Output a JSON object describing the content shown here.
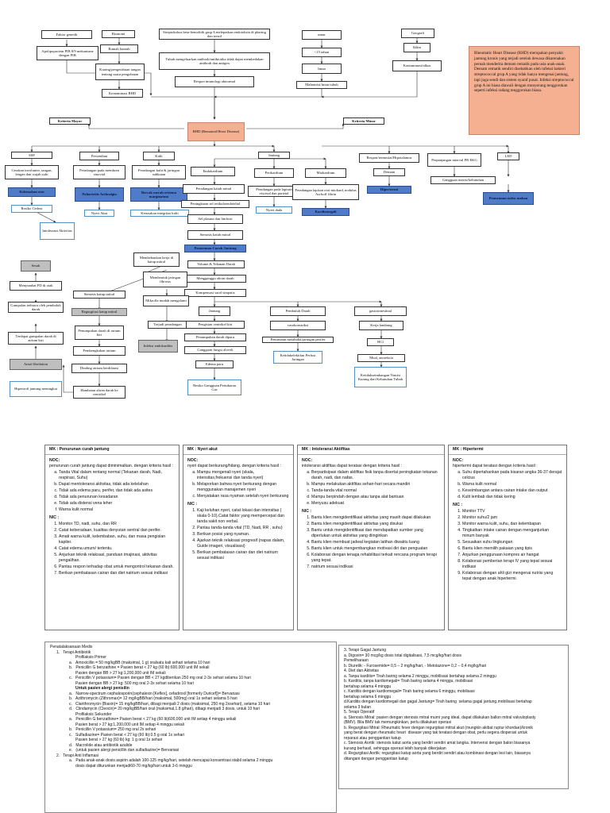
{
  "diagram": {
    "faktor_genetik": "Faktor genetik",
    "apolipoprotein": "Apolipoprotein PIB 8/9 mekanisme dengan PIB",
    "ekonomi": "Ekonomi",
    "rumah_kumuh": "Rumah kumuh",
    "kurang_higienis": "Kurang/pengetahuan tangan tentang suatu pengobatan",
    "kontaminasi_rhd": "Kontaminasi RHD",
    "streptokokus": "Streptokokus beta-hemolitik grup A melepaskan endotoksin di pharing dan tonsil",
    "tubuh_antibodi": "Tubuh mengeluarkan antibodi/antibiotika tidak dapat membedakan antibodi dan antigen",
    "respon_imunologi": "Respon imunologi abnormal",
    "umur": "umur",
    "lima_limabelas": "<15 tahun",
    "imun": "Imun",
    "malnutrisi": "Malnutrisi/imun tubuh",
    "geografi": "Geografi",
    "iklim": "Iklim",
    "kontaminasi": "Kontaminasi/ulkus",
    "kriteria_mayor": "Kriteria Mayor",
    "kriteria_minor": "Kriteria Minor",
    "rhd": "RHD (Rematoid Heart Disease)",
    "ssp": "SSP",
    "persendian": "Persendian",
    "kulit": "Kulit",
    "jantung": "Jantung",
    "gerakan_involunter": "Gerakan involunter, tangan, lengan dan wajah sulit",
    "kelemahan_otot": "Kelemahan otot",
    "resiko_cedera": "Resiko Cedera",
    "intoleransi": "Intoleransi Aktivitas",
    "peradangan_sendi": "Peradangan pada membran sinovial",
    "poliartritis": "Poliartritis Arthralgia",
    "nyeri_akut": "Nyeri Akut",
    "peradangan_kulit": "Peradangan kulit & jaringan subkutan",
    "bercak_eritema": "Bercak merah eritema marginatum",
    "kerusakan_kulit": "Kerusakan integritas kulit",
    "endokardium": "Endokardium",
    "perikardium": "Perikardium",
    "miokardium": "Miokardium",
    "peradangan_katub": "Peradangan katub mitral",
    "peningkatan_sel": "Peningkatan sel retikuloendotelial",
    "sel_plasma": "Sel plasma dan limfosit",
    "stenosis_katub": "Stenosis katub mitral",
    "penurunan_curah": "Penurunan Curah Jantung",
    "volume_tekanan": "Volume & Tekanan Darah",
    "mengganggu_aliran": "Mengganggu aliran darah",
    "kompensasi": "Kompensasi saraf simpatis",
    "peradangan_perikardium": "Peradangan pada lapisan visceral dan parietal",
    "nyeri_dada": "Nyeri dada",
    "peradangan_miokardium": "Peradangan lapisan otot miokard, nodulus Aschoff fibrin",
    "kardiomegali": "Kardiomegali",
    "respon_hipotalamus": "Respon/termostat/Hipotalamus",
    "demam": "Demam",
    "hipertermi": "Hipertermi",
    "perpanjangan_pr": "Perpanjangan interval PR EKG",
    "led": "LED",
    "gangguan_nutrisi": "Gangguan nutrisi/kebutuhan",
    "penurunan_nafsu": "Penurunan nafsu makan",
    "sesak": "Sesak",
    "menyumbat_pd": "Menyumbat PD di otak",
    "gumpalan_sirkulasi": "Gumpalan terbawa oleh pembuluh darah",
    "terdapat_gumpalan": "Terdapat gumpalan darah di atrium kiri",
    "atrial_fibrilation": "Atrial fibrilation",
    "hipertrofi_atrium": "Hipertrofi jantung meningkat",
    "membebankan": "Membebankan kerja di katup mitral",
    "membentuk_jaringan": "Membentuk jaringan fibrosis",
    "stenosis_katup": "Stenosis katup mitral",
    "regurgitasi": "Regurgitasi katup mitral",
    "penumpukan_atrium": "Penumpukan darah di atrium kiri",
    "pembengkakan_atrium": "Pembengkakan atrium",
    "dinding_atrium": "Dinding atrium berdilatasi",
    "hambatan_aliran": "Hambatan aliran darah ke ventrikel",
    "mikrofla": "Mikrofla mudah mengalami",
    "terjadi_peradangan": "Terjadi peradangan",
    "infeksi": "Infeksi endokarditis",
    "jantung2": "Jantung",
    "pengisian_kiri": "Pengisian ventrikel kiri",
    "penumpukan_paru": "Penumpukan darah diparu",
    "gangguan_difusi": "Gangguan fungsi alveoli",
    "edema_paru": "Edema paru",
    "resiko_pertukaran": "Resiko Gangguan Pertukaran Gas",
    "pembuluh_darah": "Pembuluh Darah",
    "vasokonstriksi": "vasokonstriksi",
    "penurunan_perfusi": "Penurunan metabolik/jaringan perifer",
    "ketidakefektifan": "Ketidakefektifan Perfusi Jaringan",
    "gastrointestinal": "gastrointestinal",
    "kerja_lambung": "Kerja lambung",
    "hcl": "HCl",
    "mual": "Mual, anoreksia",
    "ketidakseimbangan": "Ketidakseimbangan Nutrisi Kurang dari Kebutuhan Tubuh",
    "definition": "Rheumatic Heart Disease (RHD) merupakan penyakit jantung kronis yang terjadi setelah dewasa dikarenakan pernah menderita demam rematik pada usia anak-anak. Demam rematik sendiri disebabkan oleh infeksi bakteri streptococcal grup A yang tidak hanya mengenai jantung, tapi juga sendi dan sistem syaraf pusat. Infeksi streptococcal grup A ini biasa diawali dengan munyerang tenggorokan seperti infeksi radang tenggorokan biasa."
  },
  "care": [
    {
      "mk": "MK : Penurunan curah jantung",
      "noc_label": "NOC:",
      "noc_intro": "penurunan curah jantung dapat diminimalkan. dengan kriteria hasil :",
      "noc": [
        "Tanda Vital dalam rentang normal (Tekanan darah, Nadi, respirasi, Suhu)",
        "Dapat mentoleransi aktivitas, tidak ada kelelahan",
        "Tidak ada edema paru, perifer, dan tidak ada asites",
        "Tidak ada penurunan kesadaran",
        "Tidak ada distensi vena leher",
        "Warna kulit normal"
      ],
      "nic_label": "NIC :",
      "nic": [
        "Monitor TD, nadi, suhu, dan RR",
        "Catat keberadaan, kualitas denyutan sentral dan perifer.",
        "Amati warna kulit, kelembaban, suhu, dan masa pengisian kapiler.",
        "Catat edema umum/ tertentu.",
        "Anjurkan teknik relaksasi, panduan imajinasi, aktivitas pengalihan.",
        "Pantau respon terhadap obat untuk mengontrol tekanan darah.",
        "Berikan pembatasan cairan dan diet natrium sesuai indikasi"
      ]
    },
    {
      "mk": "MK : Nyeri akut",
      "noc_label": "NOC:",
      "noc_intro": "nyeri dapat berkurang/hilang. dengan kriteria hasil :",
      "noc": [
        "Mampu mengenali nyeri (skala, intensitas,frekuensi dan tanda nyeri)",
        "Melaporkan bahwa nyeri berkurang dengan menggunakan manajemen nyeri",
        "Menyatakan rasa nyaman setelah nyeri berkurang"
      ],
      "nic_label": "NIC :",
      "nic": [
        "Kaji keluhan nyeri, catat lokasi dan intensitas ( skala 0-10).Catat faktor yang mempercepat dan tanda sakit non verbal.",
        "Pantau tanda-tanda vital (TD, Nadi, RR , suhu)",
        "Berikan posisi yang nyaman.",
        "Ajarkan teknik relaksasi progresif (napas dalam, Guide imageri, visualisasi)",
        "Berikan pembatasan cairan dan diet natrium sesuai indikasi"
      ]
    },
    {
      "mk": "MK : Intoleransi Aktifitas",
      "noc_label": "NOC:",
      "noc_intro": "intoleransi aktifitas dapat teratasi dengan kriteria hasil :",
      "noc": [
        "Berpartisipasi dalam aktifitas fisik tanpa disertai peningkatan tekanan darah, nadi, dan nafas.",
        "Mampu melakukan aktifitas sehari-hari secara mandiri",
        "Tanda-tanda vital normal",
        "Mampu berpindah dengan atau tanpa alat bantuan",
        "Menyusu adekuat"
      ],
      "nic_label": "NIC :",
      "nic": [
        "Bantu klien mengidentifikasi aktivitas yang masih dapat dilakukan",
        "Bantu klien mengidentifikasi aktivitas yang disukai",
        "Bantu untuk mengidentifikasi dan mendapatkan sumber yang diperlukan untuk aktivitas yang diinginkan",
        "Bantu klien membuat jadwal kegiatan latihan diwaktu luang",
        "Bantu klien untuk mengembangkan motivasi diri dan penguatan",
        "Kolaborasi dengan tenaga rehabilitasi terkait rencana program terapi yang tepat.",
        "natrium sesuai indikasi"
      ]
    },
    {
      "mk": "MK : Hipertermi",
      "noc_label": "NOC:",
      "noc_intro": "hipertermi dapat teratasi dengan kriteria hasil :",
      "noc": [
        "Suhu dipertahankan pada kisaran angka 36-37 derajat celcius",
        "Warna kulit normal",
        "Keseimbangan antara cairan intake dan output",
        "Kulit lembab dan tidak kering"
      ],
      "nic_label": "NIC :",
      "nic": [
        "Monitor TTV",
        "Monitor suhu/2 jam",
        "Monitor warna kulit, suhu, dan kelembapan",
        "Tingkatkan intake cairan dengan menganjurkan minum banyak",
        "Sesuaikan suhu lingkungan",
        "Bantu klien memilih pakaian yang tipis",
        "Anjurkan penggunaan kompres air hangat",
        "Kolaborasi pemberian terapi IV yang tepat sesuai indikasi",
        "Kolaborasi dengan ahli gizi mengenai nutrisi yang tepat dengan anak hipertermi."
      ]
    }
  ],
  "management": {
    "left": [
      {
        "t": "Penatalaksanaan Medis",
        "b": false,
        "i": 0
      },
      {
        "t": "1.   Terapi Antibiotik",
        "b": false,
        "i": 1
      },
      {
        "t": "Profilaksis Primer",
        "b": false,
        "i": 4
      },
      {
        "t": "a.   Amoxicillin = 50 mg/kgBB (maksimal, 1 g) oralsatu kali sehari selama 10 hari",
        "b": false,
        "i": 3
      },
      {
        "t": "b.   Penicillin G benzathine = Pasien berat < 27 kg (60 lb):600,000 unit IM sekali",
        "b": false,
        "i": 3
      },
      {
        "t": "Pasien dengan BB > 27 kg:1,200,000 unit IM sekali",
        "b": false,
        "i": 4
      },
      {
        "t": "c.   Penicillin V potassium= Pasien dengan BB < 27 kgdiberikan 250 mg oral 2-3x sehari selama 10 hari",
        "b": false,
        "i": 3
      },
      {
        "t": "Pasien dengan BB > 27 kg: 500 mg oral 2-3x sehari selama 10 hari",
        "b": false,
        "i": 4
      },
      {
        "t": "Untuk pasien alergi penisilin",
        "b": true,
        "i": 4
      },
      {
        "t": "a.   Narrow-spectrum cephalosporin(cephalexin [Keflex], cefadroxil [formerly Duricef])= Bervariasi",
        "b": false,
        "i": 3
      },
      {
        "t": "b.   Azithromycin (Zithromax)= 12 mg/kgBB/hari (maksimal, 500mg) oral 1x sehari selama 5 hari",
        "b": false,
        "i": 3
      },
      {
        "t": "c.   Clarithromycin (Biaxin)= 15 mg/kgBB/hari, dibagi menjadi 2 dosis (maksimal, 250 mg 2xsehari), selama 10 hari",
        "b": false,
        "i": 3
      },
      {
        "t": "d.   Clindamycin (Cleocin)= 20 mg/kgBB/hari oral (maksimal,1.8 g/hari), dibagi menjadi 3 dosis, untuk 10 hari",
        "b": false,
        "i": 3
      },
      {
        "t": "Profilaksis Sekunder",
        "b": false,
        "i": 4
      },
      {
        "t": "a.   Penicillin G benzathine= Pasien berat < 27 kg (60 lb)600,000 unit IM setiap 4 minggu sekali",
        "b": false,
        "i": 3
      },
      {
        "t": "Pasien berat > 27 kg:1,200,000 unit IM setiap 4 minggu sekali",
        "b": false,
        "i": 4
      },
      {
        "t": "b.   Penicillin V potassium= 250 mg oral 2x sehari",
        "b": false,
        "i": 3
      },
      {
        "t": "c.   Sulfadiazine= Pasien berat < 27 kg (60 lb):0.5 g oral 1x sehari",
        "b": false,
        "i": 3
      },
      {
        "t": "Pasien berat > 27 kg (60 lb) kg: 1 g oral 1x sehari",
        "b": false,
        "i": 4
      },
      {
        "t": "d.   Macrolide atau antibiotik azalide",
        "b": false,
        "i": 3
      },
      {
        "t": "e.   (untuk pasien alergi penicillin dan sulfadiazine)= Bervariasi",
        "b": false,
        "i": 3
      },
      {
        "t": "2.   Terapi Anti Inflamasi",
        "b": false,
        "i": 1
      },
      {
        "t": "a.   Pada anak-anak dosis aspirin adalah 100-125 mg/kg/hari, setelah mencapai konsentrasi stabil selama 2 minggu",
        "b": false,
        "i": 3
      },
      {
        "t": "dosis dapat diturunkan menjadi60-70 mg/kg/hari untuk 3-6 minggu",
        "b": false,
        "i": 4
      }
    ],
    "right": [
      {
        "t": "3. Terapi Gagal Jantung",
        "b": false
      },
      {
        "t": "a. Digoxin= 30 mcg/kg dosis total digitalisasi, 7,5 mcg/kg/hari dosis",
        "b": false
      },
      {
        "t": "Pemeliharaan",
        "b": false
      },
      {
        "t": "b. Diuretik: - Furosemide= 0,5 – 2 mg/kg/hari, - Metolazone= 0,2 – 0,4 mg/kg/hari",
        "b": false
      },
      {
        "t": "4. Diet dan Aktivitas",
        "b": false
      },
      {
        "t": "a. Tanpa karditis= Tirah baring selama 2 minggu, mobilisasi bertahap selama 2 minggu",
        "b": false
      },
      {
        "t": "b. Karditis, tanpa kardiomegali= Tirah baring selama 4 minggu, mobilisasi",
        "b": false
      },
      {
        "t": "bertahap selama 4 minggu",
        "b": false
      },
      {
        "t": "c. Karditis dengan kardiomegali= Tirah baring selama 6 minggu, mobilisasi",
        "b": false
      },
      {
        "t": "bertahap selama 6 minggu",
        "b": false
      },
      {
        "t": "d.Karditis dengan kardiomegali dan gagal Jantung= Tirah baring  selama gagal jantung,mobilisasi bertahap",
        "b": false
      },
      {
        "t": "selama 3 bulan",
        "b": false
      },
      {
        "t": "5. Terapi Operatif",
        "b": false
      },
      {
        "t": "a. Stenosis Mitral: pasien dengan stenosis mitral murni yang ideal, dapat dilakukan ballon mitral valvuloplasty",
        "b": false
      },
      {
        "t": "(BMV). Bila BMV tak memungkinkan, perlu dilakukan operasi",
        "b": false
      },
      {
        "t": "b. Regurgitasi Mitral: Rheumatic fever dengan regurgitasi mitral akut (mungkin akibat ruptur khordae)/kronik",
        "b": false
      },
      {
        "t": "yang berat dengan rheumatic heart  disease yang tak teratasi dengan obat, perlu segera dioperasi untuk",
        "b": false
      },
      {
        "t": "reparasi atau penggantian katup",
        "b": false
      },
      {
        "t": "c. Stenosis Aortik: stenosis katut aorta yang berdiri sendiri amat langka. Intervensi dengan balon biasanya",
        "b": false
      },
      {
        "t": "kurang berhasil, sehingga operasi lebih banyak dikerjakan",
        "b": false
      },
      {
        "t": "d. Regurgitasi Aortik: regurgitasi katup aorta yang berdiri sendiri atau kombinasi dengan lesi lain, biasanya",
        "b": false
      },
      {
        "t": "ditangani dengan penggantian katup",
        "b": false
      }
    ]
  }
}
